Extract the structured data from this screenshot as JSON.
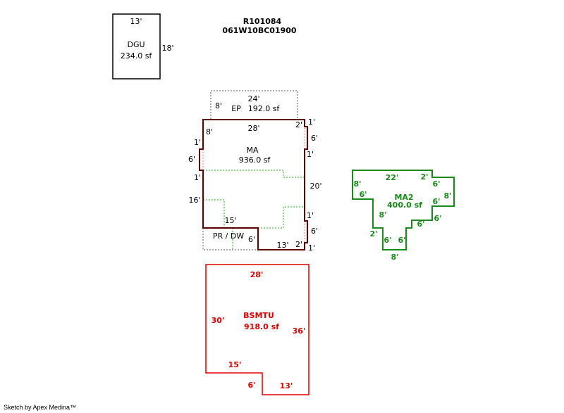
{
  "header": {
    "parcel_id": "R101084",
    "map_id": "061W10BC01900"
  },
  "colors": {
    "black": "#000000",
    "dark_red": "#5a0000",
    "red": "#dd0000",
    "green": "#1a8a1a",
    "dotted_gray": "#777777",
    "dotted_green": "#22aa22",
    "dotted_red": "#ff7777"
  },
  "dgu": {
    "name": "DGU",
    "area": "234.0 sf",
    "dim_top": "13'",
    "dim_right": "18'"
  },
  "ep": {
    "name": "EP",
    "area": "192.0 sf",
    "dim_top": "24'",
    "dim_left": "8'"
  },
  "ma": {
    "name": "MA",
    "area": "936.0 sf",
    "dims": {
      "top": "28'",
      "left_top": "8'",
      "left_jog_top": "1'",
      "left_jog": "6'",
      "left_jog_bottom": "1'",
      "left_mid": "16'",
      "inner_bottom": "15'",
      "notch": "6'",
      "bottom_right": "13'",
      "right_jog_top_a": "2'",
      "right_jog_top_b": "1'",
      "right_jog_top_c": "6'",
      "right_jog_top_d": "1'",
      "right": "20'",
      "right_jog_bot_a": "1'",
      "right_jog_bot_b": "6'",
      "right_jog_bot_c": "2'",
      "right_jog_bot_d": "1'"
    }
  },
  "pr_dw": {
    "name": "PR / DW"
  },
  "ma2": {
    "name": "MA2",
    "area": "400.0 sf",
    "dims": {
      "top": "22'",
      "top_left": "8'",
      "top_right_a": "2'",
      "top_right_b": "6'",
      "right": "8'",
      "step_a": "6'",
      "step_b": "6'",
      "left_a": "6'",
      "left_b": "8'",
      "left_c": "2'",
      "bot_a": "6'",
      "bot_b": "6'",
      "bottom": "8'"
    }
  },
  "bsmtu": {
    "name": "BSMTU",
    "area": "918.0 sf",
    "dim_top": "28'",
    "dim_left": "30'",
    "dim_right": "36'",
    "dim_inner": "15'",
    "dim_notch": "6'",
    "dim_bottom": "13'"
  },
  "footer": {
    "credit": "Sketch by Apex Medina™"
  }
}
